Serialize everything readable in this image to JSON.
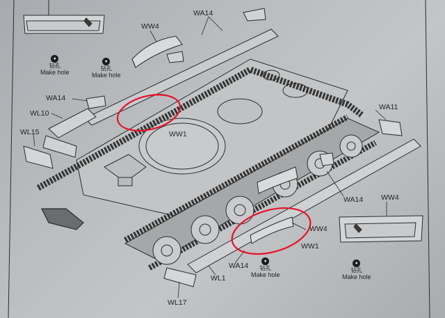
{
  "labels": {
    "ww4_top": "WW4",
    "wa14_top": "WA14",
    "wa14_left": "WA14",
    "wl10": "WL10",
    "wl15": "WL15",
    "ww1_center": "WW1",
    "wa11": "WA11",
    "wa14_right": "WA14",
    "ww4_right_panel": "WW4",
    "ww4_mid": "WW4",
    "ww1_mid": "WW1",
    "wa14_bottom": "WA14",
    "wl1": "WL1",
    "wl17": "WL17"
  },
  "notes": [
    {
      "cn": "钻孔",
      "text": "Make hole"
    },
    {
      "cn": "钻孔",
      "text": "Make hole"
    },
    {
      "cn": "钻孔",
      "text": "Make hole"
    },
    {
      "cn": "钻孔",
      "text": "Make hole"
    }
  ],
  "colors": {
    "line": "#2a2a2a",
    "highlight": "#e8102a",
    "paper": "#b8bbbe"
  },
  "icons": {
    "hole": "drill-hole-icon"
  }
}
